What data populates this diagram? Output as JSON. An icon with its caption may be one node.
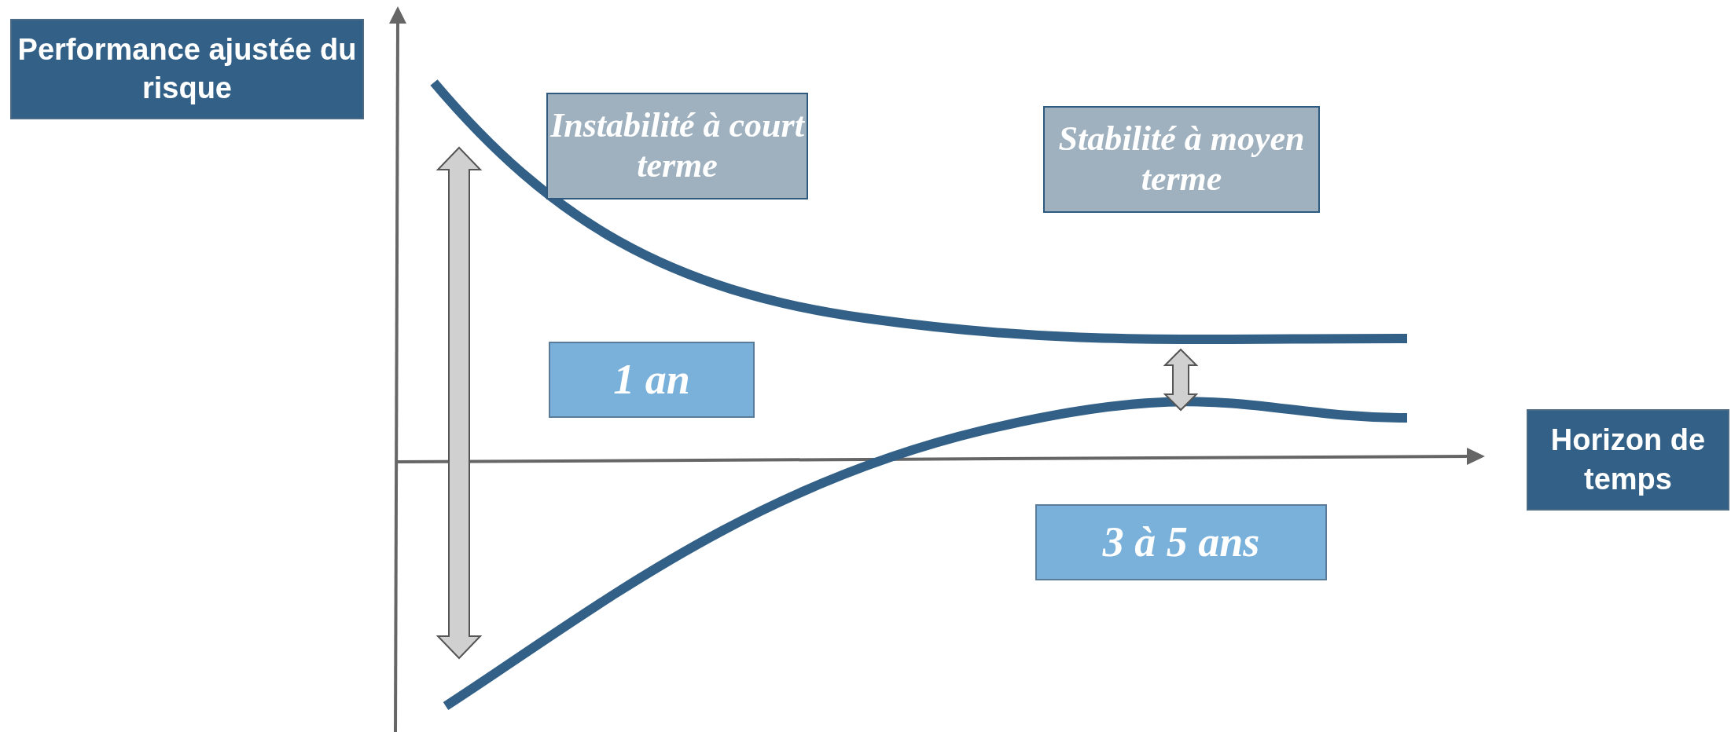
{
  "diagram": {
    "nodes": [
      {
        "text": [
          "Performance ajustée du risque"
        ]
      },
      {
        "text": [
          "Instabilité à court terme"
        ]
      },
      {
        "text": [
          "Stabilité à moyen terme"
        ]
      },
      {
        "text": [
          "1 an"
        ]
      },
      {
        "text": [
          "Horizon de temps"
        ]
      },
      {
        "text": [
          "3 à 5 ans"
        ]
      }
    ]
  }
}
